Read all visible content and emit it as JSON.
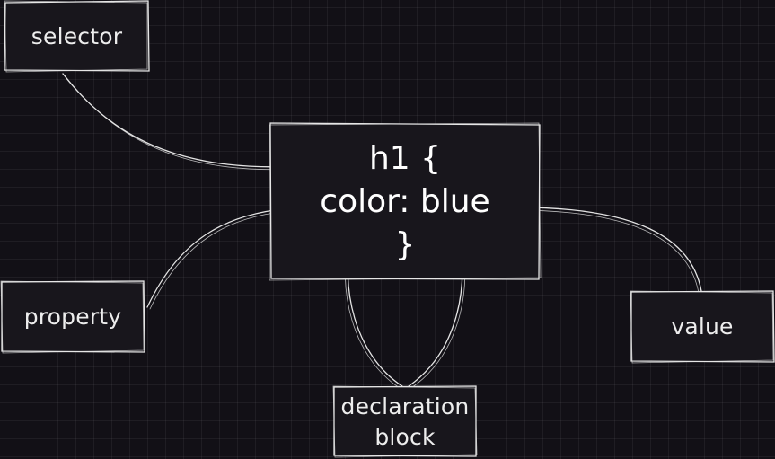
{
  "diagram": {
    "labels": {
      "selector": "selector",
      "property": "property",
      "value": "value",
      "declaration_line1": "declaration",
      "declaration_line2": "block"
    },
    "code": {
      "line1": "h1 {",
      "line2": "color: blue",
      "line3": "}"
    },
    "colors": {
      "background": "#121016",
      "box_fill": "#18161c",
      "stroke": "#e6e6e6",
      "text": "#ffffff"
    }
  }
}
